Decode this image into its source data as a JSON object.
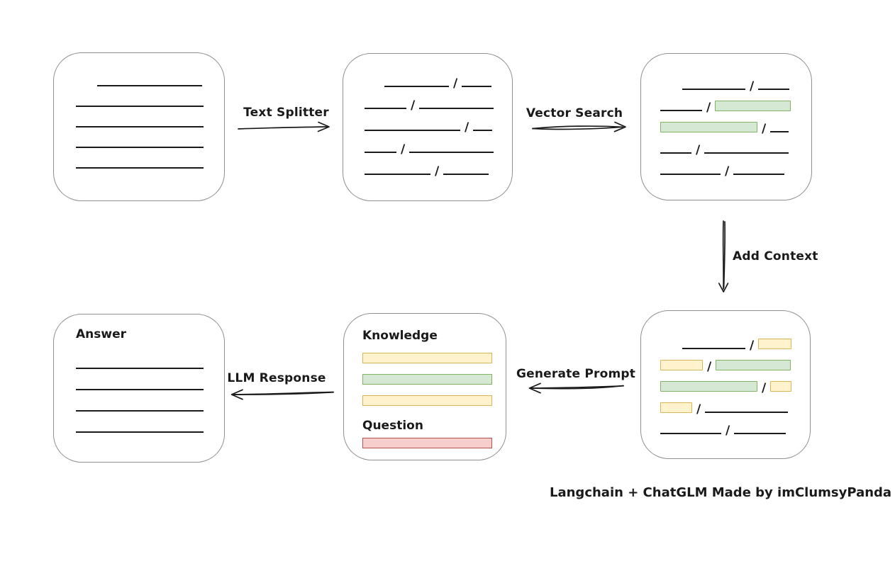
{
  "caption": "Langchain + ChatGLM Made by imClumsyPanda",
  "arrows": {
    "text_splitter": {
      "label": "Text Splitter"
    },
    "vector_search": {
      "label": "Vector Search"
    },
    "add_context": {
      "label": "Add Context"
    },
    "generate_prompt": {
      "label": "Generate Prompt"
    },
    "llm_response": {
      "label": "LLM Response"
    }
  },
  "colors": {
    "chunk_green_fill": "#d5e8d4",
    "chunk_green_stroke": "#82b366",
    "chunk_yellow_fill": "#fff2cc",
    "chunk_yellow_stroke": "#d6b656",
    "question_red_fill": "#f8cecc",
    "question_red_stroke": "#b85450",
    "box_border": "#8f8f8f",
    "ink": "#1a1a1a",
    "background": "#ffffff"
  },
  "boxes": {
    "document": {
      "lines": [
        {
          "indent": 30,
          "w": 148
        },
        {
          "w": 180
        },
        {
          "w": 180
        },
        {
          "w": 180
        },
        {
          "w": 180
        }
      ]
    },
    "split_chunks": {
      "rows": [
        [
          {
            "t": "space",
            "w": 28
          },
          {
            "t": "line",
            "w": 91
          },
          {
            "t": "slash"
          },
          {
            "t": "line",
            "w": 42
          }
        ],
        [
          {
            "t": "line",
            "w": 59
          },
          {
            "t": "slash"
          },
          {
            "t": "line",
            "w": 105
          }
        ],
        [
          {
            "t": "line",
            "w": 135
          },
          {
            "t": "slash"
          },
          {
            "t": "line",
            "w": 27
          }
        ],
        [
          {
            "t": "line",
            "w": 45
          },
          {
            "t": "slash"
          },
          {
            "t": "line",
            "w": 119
          }
        ],
        [
          {
            "t": "line",
            "w": 93
          },
          {
            "t": "slash"
          },
          {
            "t": "line",
            "w": 64
          }
        ]
      ]
    },
    "search_results": {
      "rows": [
        [
          {
            "t": "space",
            "w": 31
          },
          {
            "t": "line",
            "w": 89
          },
          {
            "t": "slash"
          },
          {
            "t": "line",
            "w": 44
          }
        ],
        [
          {
            "t": "line",
            "w": 59
          },
          {
            "t": "slash"
          },
          {
            "t": "chip",
            "c": "green",
            "w": 105
          }
        ],
        [
          {
            "t": "chip",
            "c": "green",
            "w": 135
          },
          {
            "t": "slash"
          },
          {
            "t": "line",
            "w": 26
          }
        ],
        [
          {
            "t": "line",
            "w": 44
          },
          {
            "t": "slash"
          },
          {
            "t": "line",
            "w": 119
          }
        ],
        [
          {
            "t": "line",
            "w": 85
          },
          {
            "t": "slash"
          },
          {
            "t": "line",
            "w": 72
          }
        ]
      ]
    },
    "context_chunks": {
      "rows": [
        [
          {
            "t": "space",
            "w": 31
          },
          {
            "t": "line",
            "w": 89
          },
          {
            "t": "slash"
          },
          {
            "t": "chip",
            "c": "yellow",
            "w": 45
          }
        ],
        [
          {
            "t": "chip",
            "c": "yellow",
            "w": 58
          },
          {
            "t": "slash"
          },
          {
            "t": "chip",
            "c": "green",
            "w": 104
          }
        ],
        [
          {
            "t": "chip",
            "c": "green",
            "w": 135
          },
          {
            "t": "slash"
          },
          {
            "t": "chip",
            "c": "yellow",
            "w": 28
          }
        ],
        [
          {
            "t": "chip",
            "c": "yellow",
            "w": 43
          },
          {
            "t": "slash"
          },
          {
            "t": "line",
            "w": 117
          }
        ],
        [
          {
            "t": "line",
            "w": 86
          },
          {
            "t": "slash"
          },
          {
            "t": "line",
            "w": 73
          }
        ]
      ]
    },
    "prompt": {
      "knowledge_label": "Knowledge",
      "question_label": "Question",
      "knowledge_bars": [
        {
          "c": "yellow"
        },
        {
          "c": "green"
        },
        {
          "c": "yellow"
        }
      ],
      "question_bars": [
        {
          "c": "red"
        }
      ]
    },
    "answer": {
      "title": "Answer",
      "lines": [
        {
          "w": 180
        },
        {
          "w": 180
        },
        {
          "w": 180
        },
        {
          "w": 180
        }
      ]
    }
  }
}
